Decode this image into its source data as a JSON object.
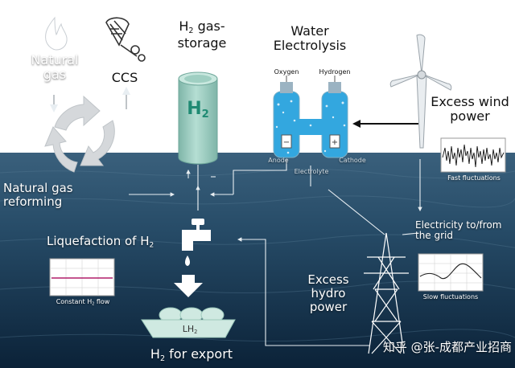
{
  "labels": {
    "natural_gas": "Natural gas",
    "ccs": "CCS",
    "h2_storage_prefix": "H",
    "h2_storage_sub": "2",
    "h2_storage_suffix": " gas-storage",
    "tank_letter": "H",
    "tank_sub": "2",
    "water_electrolysis": "Water Electrolysis",
    "oxygen": "Oxygen",
    "hydrogen": "Hydrogen",
    "anode": "Anode",
    "cathode": "Cathode",
    "electrolyte": "Electrolyte",
    "excess_wind_power": "Excess wind power",
    "fast_fluctuations": "Fast fluctuations",
    "natural_gas_reforming": "Natural gas reforming",
    "liquefaction_prefix": "Liquefaction of H",
    "liquefaction_sub": "2",
    "constant_flow_prefix": "Constant H",
    "constant_flow_sub": "2",
    "constant_flow_suffix": " flow",
    "electricity_grid": "Electricity to/from the grid",
    "slow_fluctuations": "Slow fluctuations",
    "excess_hydro_power": "Excess hydro power",
    "ship_label": "LH",
    "ship_sub": "2",
    "export_prefix": "H",
    "export_sub": "2",
    "export_suffix": " for export",
    "watermark": "知乎 @张-成都产业招商"
  },
  "colors": {
    "sky": "#ffffff",
    "sea_dark": "#0e2a44",
    "sea_light": "#3a607c",
    "tank_green": "#9fcfc2",
    "tank_top": "#c9e8df",
    "tank_text": "#1f8a73",
    "electrolyzer_blue": "#33a7df",
    "cycle_grey": "#d5d8db",
    "line_white": "#e8eef2",
    "black_arrow": "#111111"
  }
}
